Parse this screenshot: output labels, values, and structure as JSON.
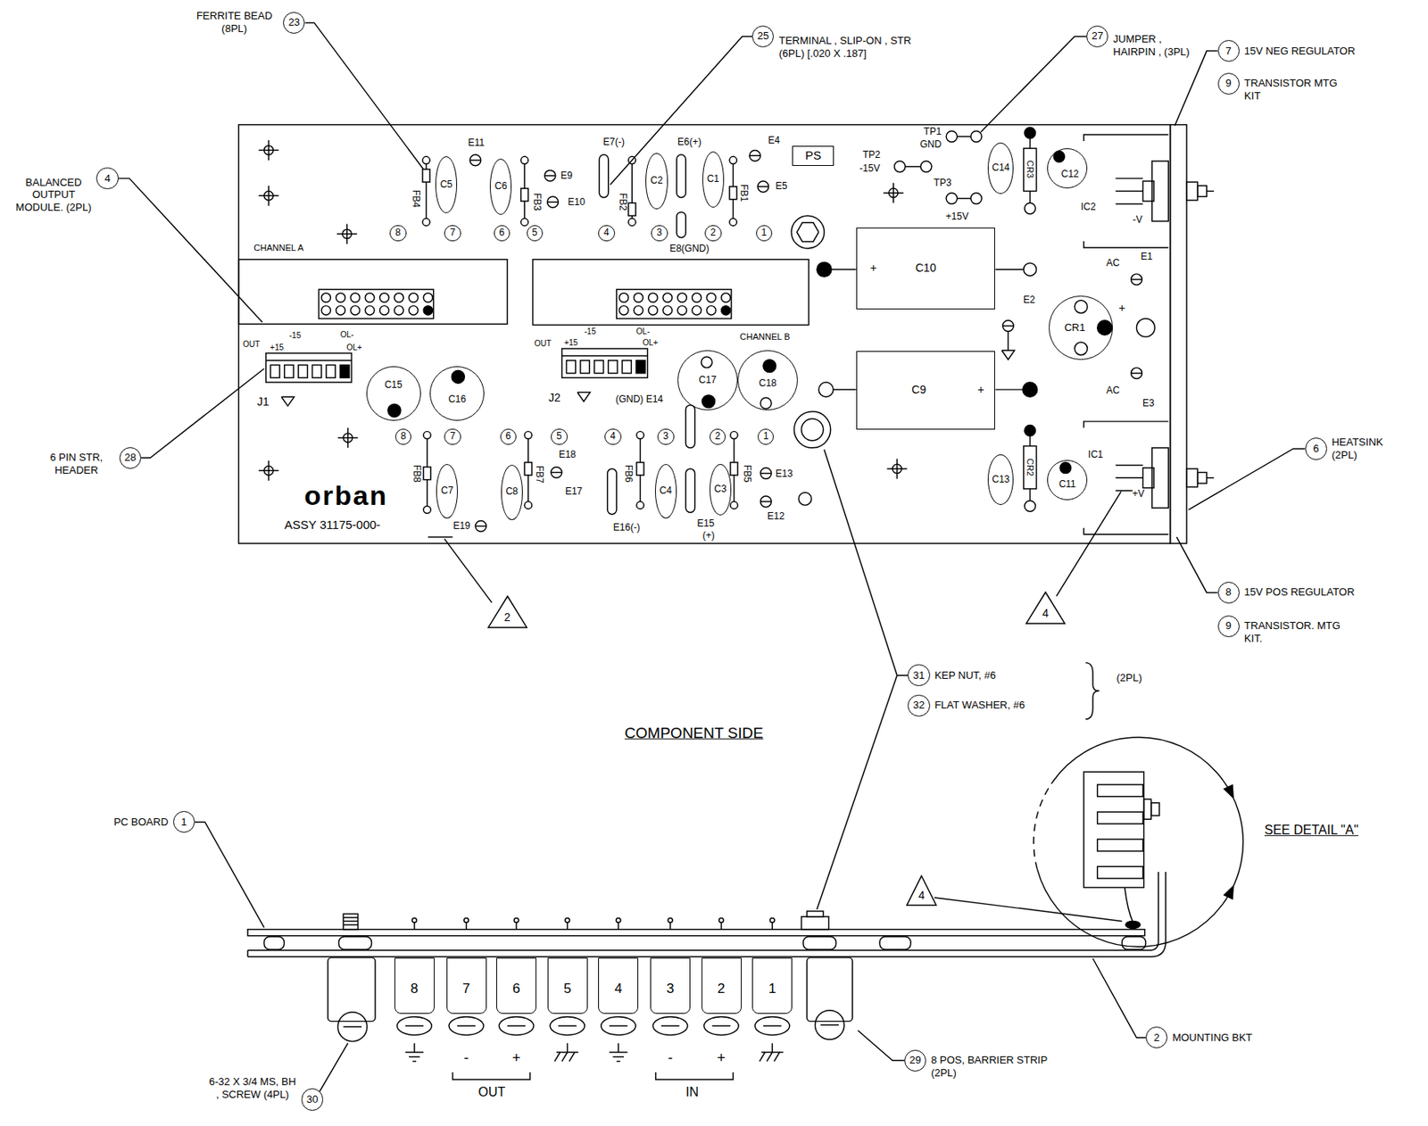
{
  "diagram": {
    "nodes": [
      {
        "text": [
          "23",
          "FERRITE BEAD (8PL)"
        ]
      },
      {
        "text": [
          "25",
          "TERMINAL , SLIP-ON , STR (6PL) [.020 X .187]"
        ]
      },
      {
        "text": [
          "27",
          "JUMPER , HAIRPIN , (3PL)"
        ]
      },
      {
        "text": [
          "7",
          "15V NEG REGULATOR"
        ]
      },
      {
        "text": [
          "9",
          "TRANSISTOR MTG KIT"
        ]
      },
      {
        "text": [
          "4",
          "BALANCED OUTPUT MODULE. (2PL)"
        ]
      },
      {
        "text": [
          "28",
          "6 PIN STR, HEADER"
        ]
      },
      {
        "text": [
          "6",
          "HEATSINK (2PL)"
        ]
      },
      {
        "text": [
          "8",
          "15V POS REGULATOR"
        ]
      },
      {
        "text": [
          "9",
          "TRANSISTOR. MTG KIT."
        ]
      },
      {
        "text": [
          "2"
        ]
      },
      {
        "text": [
          "4"
        ]
      },
      {
        "text": [
          "31",
          "KEP NUT, #6"
        ]
      },
      {
        "text": [
          "32",
          "FLAT WASHER, #6"
        ]
      },
      {
        "text": [
          "1",
          "PC BOARD"
        ]
      },
      {
        "text": [
          "2",
          "MOUNTING BKT"
        ]
      },
      {
        "text": [
          "29",
          "8 POS, BARRIER STRIP (2PL)"
        ]
      },
      {
        "text": [
          "30",
          "6-32 X 3/4 MS, BH , SCREW (4PL)"
        ]
      },
      {
        "text": [
          "4"
        ]
      },
      {
        "text": [
          "PS"
        ]
      },
      {
        "text": [
          "+",
          "C10"
        ]
      },
      {
        "text": [
          "C9",
          "+"
        ]
      },
      {
        "text": [
          "CR1"
        ]
      },
      {
        "text": [
          "C5"
        ]
      },
      {
        "text": [
          "C6"
        ]
      },
      {
        "text": [
          "C2"
        ]
      },
      {
        "text": [
          "C1"
        ]
      },
      {
        "text": [
          "C14"
        ]
      },
      {
        "text": [
          "C7"
        ]
      },
      {
        "text": [
          "C8"
        ]
      },
      {
        "text": [
          "C4"
        ]
      },
      {
        "text": [
          "C3"
        ]
      },
      {
        "text": [
          "C13"
        ]
      },
      {
        "text": [
          "C12"
        ]
      },
      {
        "text": [
          "C11"
        ]
      },
      {
        "text": [
          "C15"
        ]
      },
      {
        "text": [
          "C16"
        ]
      },
      {
        "text": [
          "C17"
        ]
      },
      {
        "text": [
          "C18"
        ]
      },
      {
        "text": [
          "8"
        ]
      },
      {
        "text": [
          "7"
        ]
      },
      {
        "text": [
          "6"
        ]
      },
      {
        "text": [
          "5"
        ]
      },
      {
        "text": [
          "4"
        ]
      },
      {
        "text": [
          "3"
        ]
      },
      {
        "text": [
          "2"
        ]
      },
      {
        "text": [
          "1"
        ]
      },
      {
        "text": [
          "8"
        ]
      },
      {
        "text": [
          "7"
        ]
      },
      {
        "text": [
          "6"
        ]
      },
      {
        "text": [
          "5"
        ]
      },
      {
        "text": [
          "4"
        ]
      },
      {
        "text": [
          "3"
        ]
      },
      {
        "text": [
          "2"
        ]
      },
      {
        "text": [
          "1"
        ]
      },
      {
        "text": [
          "8"
        ]
      },
      {
        "text": [
          "7"
        ]
      },
      {
        "text": [
          "6"
        ]
      },
      {
        "text": [
          "5"
        ]
      },
      {
        "text": [
          "4"
        ]
      },
      {
        "text": [
          "3"
        ]
      },
      {
        "text": [
          "2"
        ]
      },
      {
        "text": [
          "1"
        ]
      }
    ],
    "labels": [
      "E11",
      "E9",
      "E10",
      "FB4",
      "FB3",
      "E7(-)",
      "FB2",
      "E6(+)",
      "FB1",
      "E4",
      "E5",
      "E8(GND)",
      "CHANNEL A",
      "TP1",
      "GND",
      "TP2",
      "-15V",
      "TP3",
      "+15V",
      "CR3",
      "IC2",
      "-V",
      "AC",
      "E1",
      "E2",
      "+",
      "AC",
      "E3",
      "IC1",
      "+V",
      "CR2",
      "CHANNEL B",
      "OUT",
      "+15",
      "-15",
      "OL-",
      "OL+",
      "J1",
      "OUT",
      "+15",
      "-15",
      "OL-",
      "OL+",
      "J2",
      "(GND) E14",
      "FB8",
      "FB7",
      "E18",
      "E17",
      "E19",
      "FB6",
      "FB5",
      "E13",
      "E16(-)",
      "E15",
      "(+)",
      "E12",
      "orban",
      "ASSY 31175-000-",
      "COMPONENT SIDE",
      "(2PL)",
      "SEE DETAIL \"A\"",
      "-",
      "+",
      "OUT",
      "-",
      "+",
      "IN"
    ]
  }
}
